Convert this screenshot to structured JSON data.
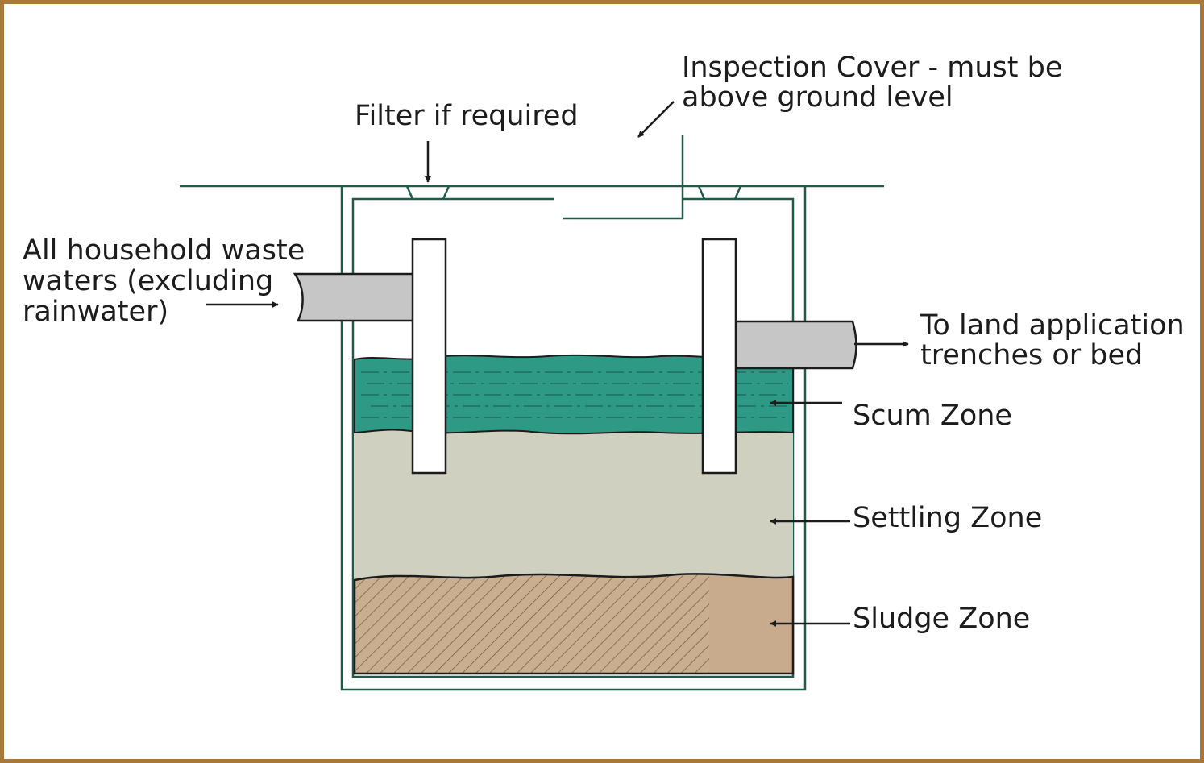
{
  "labels": {
    "inspection_cover": [
      "Inspection Cover - must be",
      "above ground level"
    ],
    "filter": "Filter if required",
    "inlet": [
      "All household waste",
      "waters (excluding",
      "rainwater)"
    ],
    "outlet": [
      "To land application",
      "trenches or bed"
    ],
    "scum_zone": "Scum Zone",
    "settling_zone": "Settling Zone",
    "sludge_zone": "Sludge Zone"
  },
  "colors": {
    "frame": "#a8773a",
    "tank_outline": "#1e5c4a",
    "scum": "#2e9a86",
    "settling": "#cfd0c0",
    "sludge": "#c7ab8c",
    "pipe": "#c6c6c6"
  }
}
